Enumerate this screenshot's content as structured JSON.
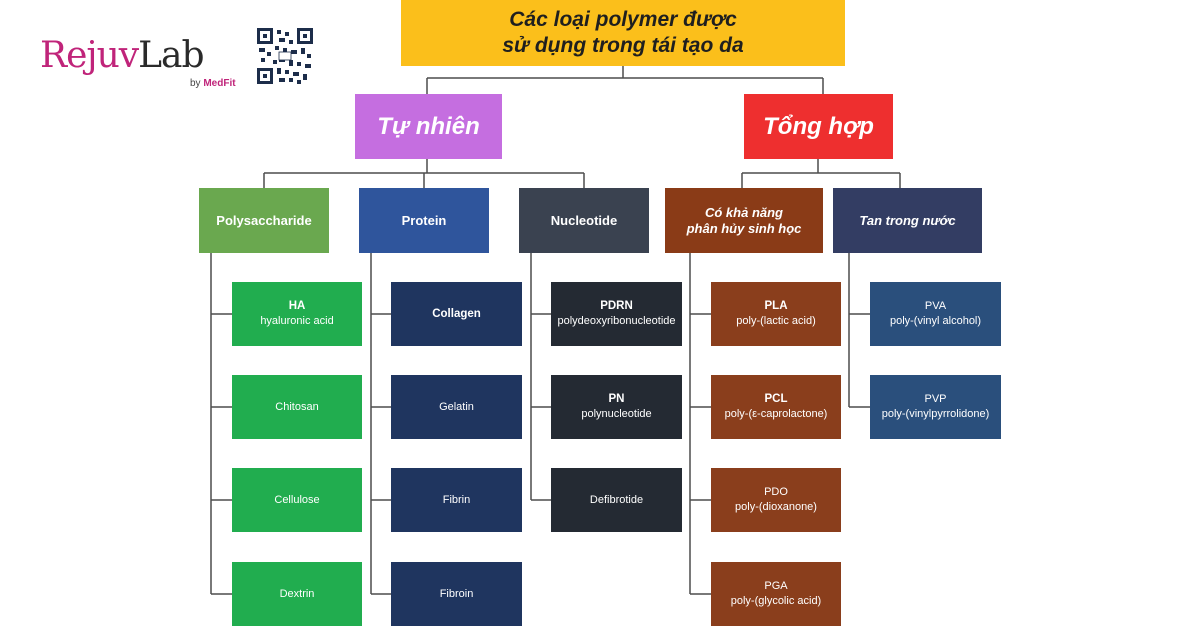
{
  "logo": {
    "main_a": "Rejuv",
    "main_b": "Lab",
    "sub_a": "by",
    "sub_b": "MedFit"
  },
  "title": {
    "line1": "Các loại polymer được",
    "line2": "sử dụng trong tái tạo da"
  },
  "categories": {
    "natural": "Tự nhiên",
    "synthetic": "Tổng hợp"
  },
  "groups": {
    "polysaccharide": "Polysaccharide",
    "protein": "Protein",
    "nucleotide": "Nucleotide",
    "biodegradable": {
      "line1": "Có khả năng",
      "line2": "phân hủy sinh học"
    },
    "water_soluble": "Tan trong nước"
  },
  "items": {
    "polysaccharide": [
      {
        "line1": "HA",
        "line2": "hyaluronic acid"
      },
      {
        "line1": "Chitosan",
        "line2": ""
      },
      {
        "line1": "Cellulose",
        "line2": ""
      },
      {
        "line1": "Dextrin",
        "line2": ""
      }
    ],
    "protein": [
      {
        "line1": "Collagen",
        "line2": ""
      },
      {
        "line1": "Gelatin",
        "line2": ""
      },
      {
        "line1": "Fibrin",
        "line2": ""
      },
      {
        "line1": "Fibroin",
        "line2": ""
      }
    ],
    "nucleotide": [
      {
        "line1": "PDRN",
        "line2": "polydeoxyribonucleotide"
      },
      {
        "line1": "PN",
        "line2": "polynucleotide"
      },
      {
        "line1": "Defibrotide",
        "line2": ""
      }
    ],
    "biodegradable": [
      {
        "line1": "PLA",
        "line2": "poly-(lactic acid)"
      },
      {
        "line1": "PCL",
        "line2": "poly-(ε-caprolactone)"
      },
      {
        "line1": "PDO",
        "line2": "poly-(dioxanone)"
      },
      {
        "line1": "PGA",
        "line2": "poly-(glycolic acid)"
      }
    ],
    "water_soluble": [
      {
        "line1": "PVA",
        "line2": "poly-(vinyl alcohol)"
      },
      {
        "line1": "PVP",
        "line2": "poly-(vinylpyrrolidone)"
      }
    ]
  },
  "colors": {
    "title": "#fbbf1b",
    "natural": "#c56ee0",
    "synthetic": "#ee2f2f",
    "polysaccharide": "#6aa84f",
    "polysaccharide_item": "#21ad4f",
    "protein": "#2f559c",
    "protein_item": "#1f355f",
    "nucleotide": "#3a4250",
    "nucleotide_item": "#242a33",
    "biodegradable": "#8a3b17",
    "biodegradable_item": "#8a3e1c",
    "water_soluble": "#333d63",
    "water_soluble_item": "#2a4f7c",
    "connector": "#4d4d4d"
  }
}
